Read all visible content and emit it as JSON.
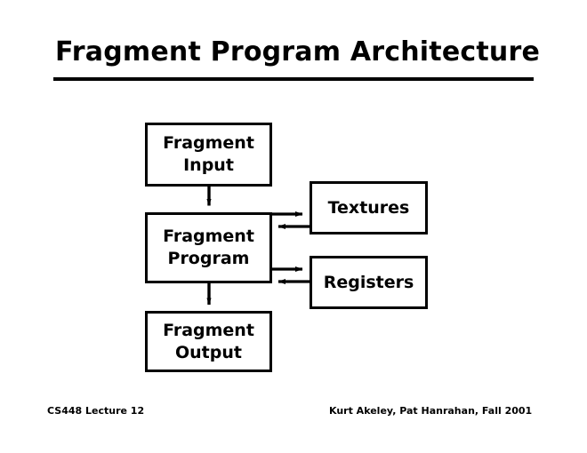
{
  "slide": {
    "title": "Fragment Program Architecture",
    "background_color": "#ffffff",
    "ink_color": "#000000"
  },
  "diagram": {
    "nodes": [
      {
        "id": "fragment-input",
        "line1": "Fragment",
        "line2": "Input"
      },
      {
        "id": "fragment-program",
        "line1": "Fragment",
        "line2": "Program"
      },
      {
        "id": "fragment-output",
        "line1": "Fragment",
        "line2": "Output"
      },
      {
        "id": "textures",
        "line1": "Textures",
        "line2": ""
      },
      {
        "id": "registers",
        "line1": "Registers",
        "line2": ""
      }
    ],
    "edges": [
      {
        "from": "fragment-input",
        "to": "fragment-output",
        "direction": "down",
        "label": ""
      },
      {
        "from": "fragment-program",
        "to": "fragment-output",
        "direction": "down",
        "label": ""
      },
      {
        "from": "fragment-program",
        "to": "textures",
        "direction": "right",
        "label": ""
      },
      {
        "from": "textures",
        "to": "fragment-program",
        "direction": "left",
        "label": ""
      },
      {
        "from": "fragment-program",
        "to": "registers",
        "direction": "right",
        "label": ""
      },
      {
        "from": "registers",
        "to": "fragment-program",
        "direction": "left",
        "label": ""
      }
    ]
  },
  "footer": {
    "left": "CS448 Lecture 12",
    "right": "Kurt Akeley, Pat Hanrahan, Fall 2001"
  }
}
